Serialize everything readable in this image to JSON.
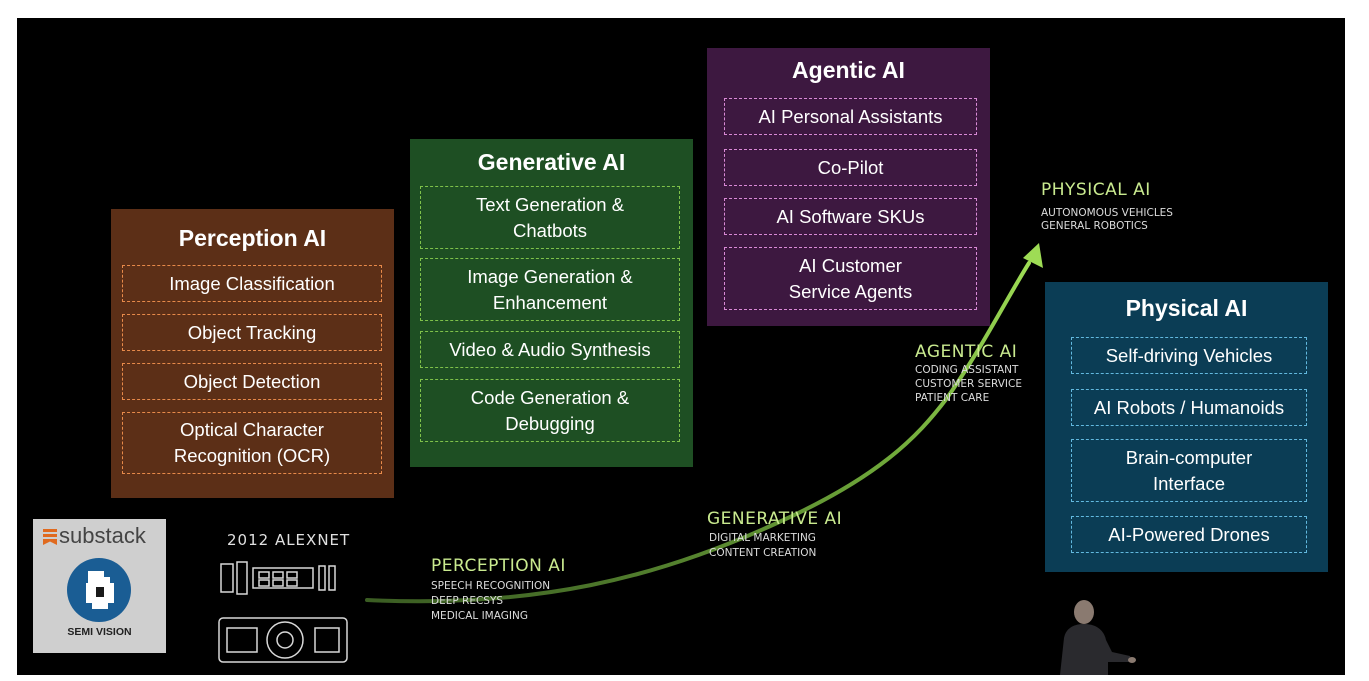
{
  "boxes": {
    "perception": {
      "title": "Perception AI",
      "items": [
        "Image Classification",
        "Object Tracking",
        "Object Detection",
        "Optical Character\nRecognition (OCR)"
      ]
    },
    "generative": {
      "title": "Generative AI",
      "items": [
        "Text Generation &\nChatbots",
        "Image Generation &\nEnhancement",
        "Video & Audio Synthesis",
        "Code Generation &\nDebugging"
      ]
    },
    "agentic": {
      "title": "Agentic AI",
      "items": [
        "AI Personal Assistants",
        "Co-Pilot",
        "AI Software SKUs",
        "AI Customer\nService Agents"
      ]
    },
    "physical": {
      "title": "Physical AI",
      "items": [
        "Self-driving Vehicles",
        "AI Robots / Humanoids",
        "Brain-computer\nInterface",
        "AI-Powered Drones"
      ]
    }
  },
  "curve_labels": {
    "alexnet": "2012 ALEXNET",
    "perception": {
      "title": "PERCEPTION AI",
      "lines": [
        "SPEECH RECOGNITION",
        "DEEP RECSYS",
        "MEDICAL IMAGING"
      ]
    },
    "generative": {
      "title": "GENERATIVE AI",
      "lines": [
        "DIGITAL MARKETING",
        "CONTENT CREATION"
      ]
    },
    "agentic": {
      "title": "AGENTIC AI",
      "lines": [
        "CODING ASSISTANT",
        "CUSTOMER SERVICE",
        "PATIENT CARE"
      ]
    },
    "physical": {
      "title": "PHYSICAL AI",
      "lines": [
        "AUTONOMOUS VEHICLES",
        "GENERAL ROBOTICS"
      ]
    }
  },
  "logo": {
    "word": "substack",
    "caption": "SEMI VISION"
  },
  "colors": {
    "perception_bg": "#5c2f17",
    "perception_border": "#e88a4a",
    "generative_bg": "#1e4f23",
    "generative_border": "#7fc24a",
    "agentic_bg": "#3d1840",
    "agentic_border": "#d98ad6",
    "physical_bg": "#0b3d55",
    "physical_border": "#62b9df",
    "neon": "#c9ea8f"
  }
}
